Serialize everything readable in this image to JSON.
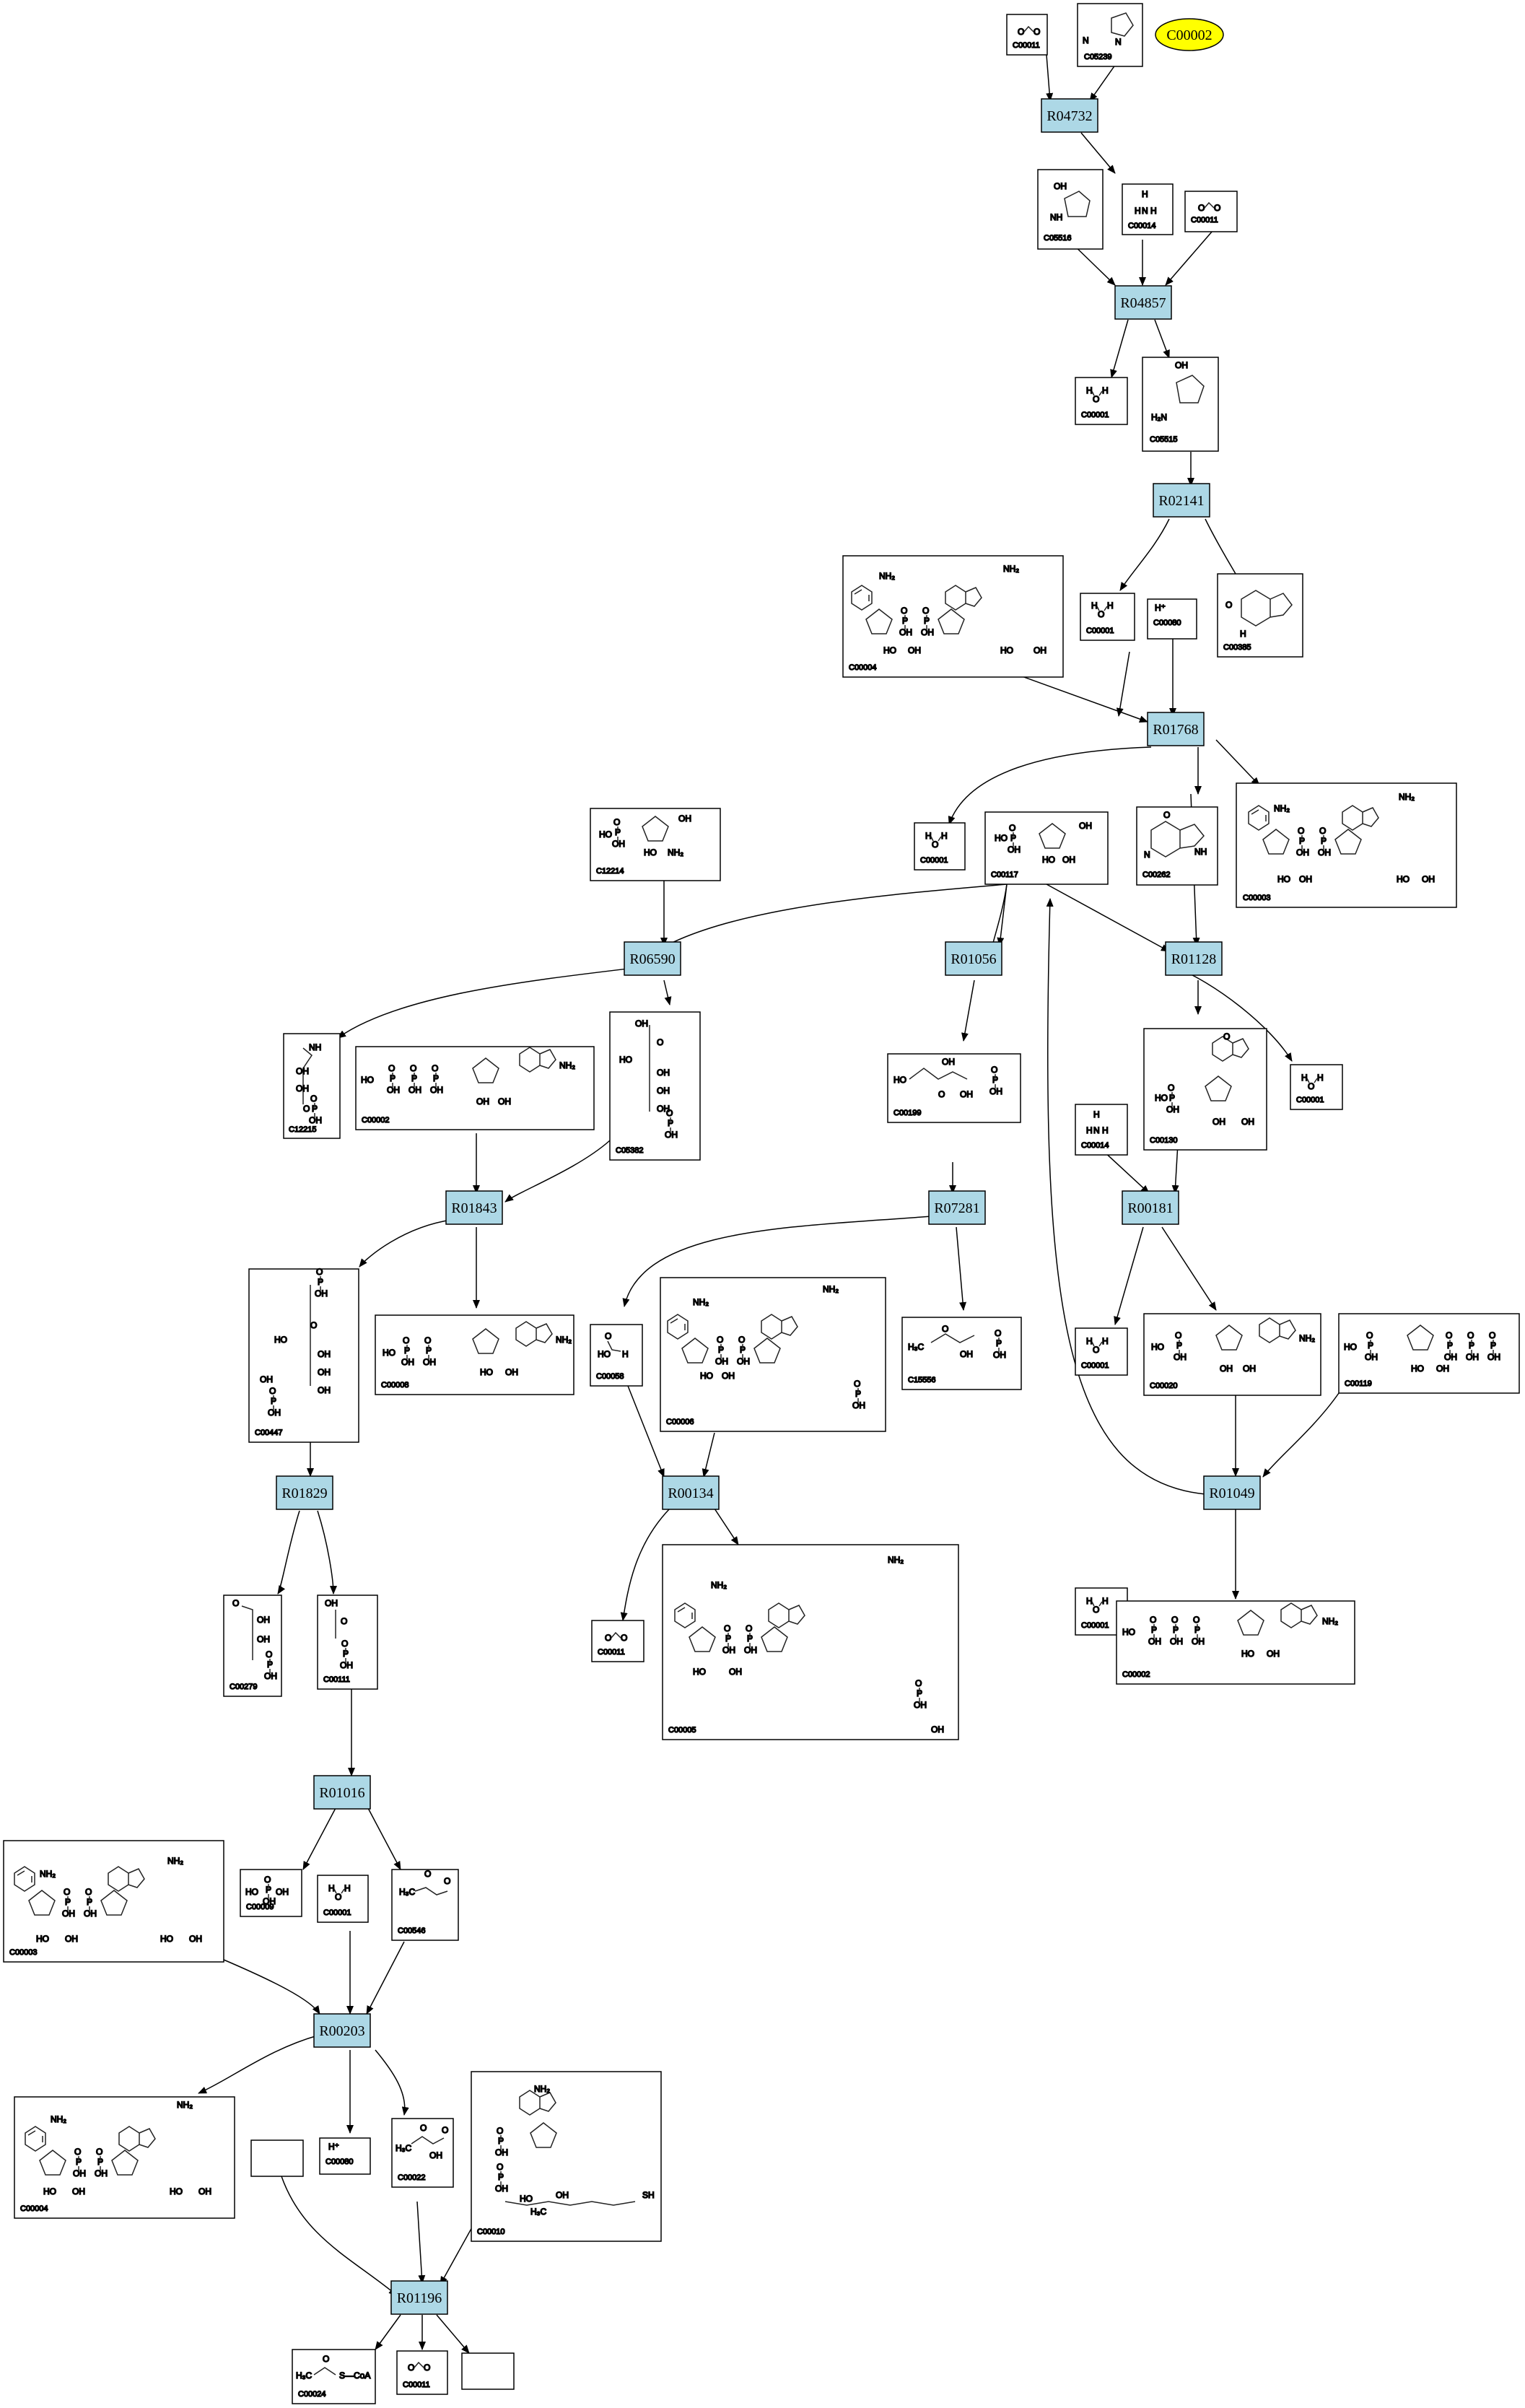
{
  "title": "",
  "highlight": {
    "label": "C00002",
    "color": "#ffff00"
  },
  "colors": {
    "reaction_fill": "#add8e6",
    "box_stroke": "#000000",
    "edge": "#000000"
  },
  "reactions": [
    "R04732",
    "R04857",
    "R02141",
    "R01768",
    "R06590",
    "R01056",
    "R01128",
    "R01843",
    "R07281",
    "R00181",
    "R01829",
    "R00134",
    "R01049",
    "R01016",
    "R00203",
    "R01196"
  ],
  "compounds": [
    "C00011",
    "C05239",
    "C05516",
    "C00014",
    "C05515",
    "C00001",
    "C00080",
    "C00385",
    "C00004",
    "C00003",
    "C00262",
    "C12214",
    "C00117",
    "C00199",
    "C12215",
    "C00002",
    "C05382",
    "C00130",
    "C00008",
    "C00447",
    "C00058",
    "C00006",
    "C15556",
    "C00020",
    "C00119",
    "C00279",
    "C00111",
    "C00005",
    "C00009",
    "C00546",
    "C00022",
    "C00010",
    "C00024"
  ]
}
